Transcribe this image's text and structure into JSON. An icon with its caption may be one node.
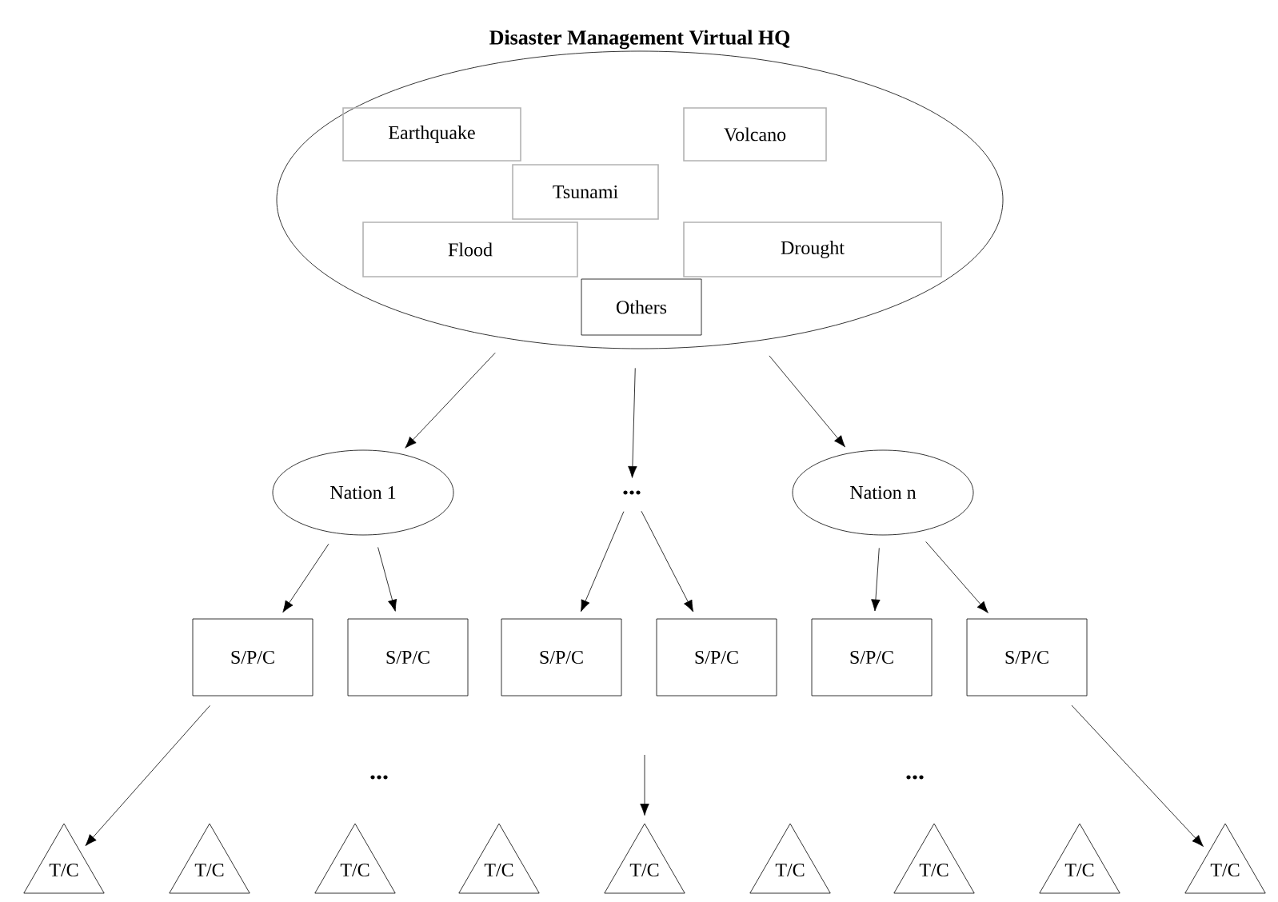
{
  "diagram": {
    "nodes": [
      {
        "text": [
          "Disaster Management Virtual HQ"
        ]
      },
      {
        "text": [
          "Earthquake"
        ],
        "in": 0
      },
      {
        "text": [
          "Volcano"
        ],
        "in": 0
      },
      {
        "text": [
          "Tsunami"
        ],
        "in": 0
      },
      {
        "text": [
          "Flood"
        ],
        "in": 0
      },
      {
        "text": [
          "Drought"
        ],
        "in": 0
      },
      {
        "text": [
          "Others"
        ],
        "in": 0
      },
      {
        "text": [
          "Nation 1"
        ]
      },
      {
        "text": [
          "..."
        ]
      },
      {
        "text": [
          "Nation n"
        ]
      },
      {
        "text": [
          "S/P/C"
        ]
      },
      {
        "text": [
          "S/P/C"
        ]
      },
      {
        "text": [
          "S/P/C"
        ]
      },
      {
        "text": [
          "S/P/C"
        ]
      },
      {
        "text": [
          "S/P/C"
        ]
      },
      {
        "text": [
          "S/P/C"
        ]
      },
      {
        "text": [
          "T/C"
        ]
      },
      {
        "text": [
          "T/C"
        ]
      },
      {
        "text": [
          "T/C"
        ]
      },
      {
        "text": [
          "T/C"
        ]
      },
      {
        "text": [
          "T/C"
        ]
      },
      {
        "text": [
          "T/C"
        ]
      },
      {
        "text": [
          "T/C"
        ]
      },
      {
        "text": [
          "T/C"
        ]
      },
      {
        "text": [
          "T/C"
        ]
      }
    ],
    "edges": [
      {
        "from": 0,
        "to": 7,
        "arrow": "to"
      },
      {
        "from": 0,
        "to": 8,
        "arrow": "to"
      },
      {
        "from": 0,
        "to": 9,
        "arrow": "to"
      },
      {
        "from": 7,
        "to": 10,
        "arrow": "to"
      },
      {
        "from": 7,
        "to": 11,
        "arrow": "to"
      },
      {
        "from": 8,
        "to": 12,
        "arrow": "to"
      },
      {
        "from": 8,
        "to": 13,
        "arrow": "to"
      },
      {
        "from": 9,
        "to": 14,
        "arrow": "to"
      },
      {
        "from": 9,
        "to": 15,
        "arrow": "to"
      },
      {
        "from": 10,
        "to": 16,
        "arrow": "to"
      },
      {
        "from": null,
        "to": 20,
        "arrow": "to"
      },
      {
        "from": 15,
        "to": 24,
        "arrow": "to"
      }
    ],
    "labels": [
      "...",
      "..."
    ]
  }
}
